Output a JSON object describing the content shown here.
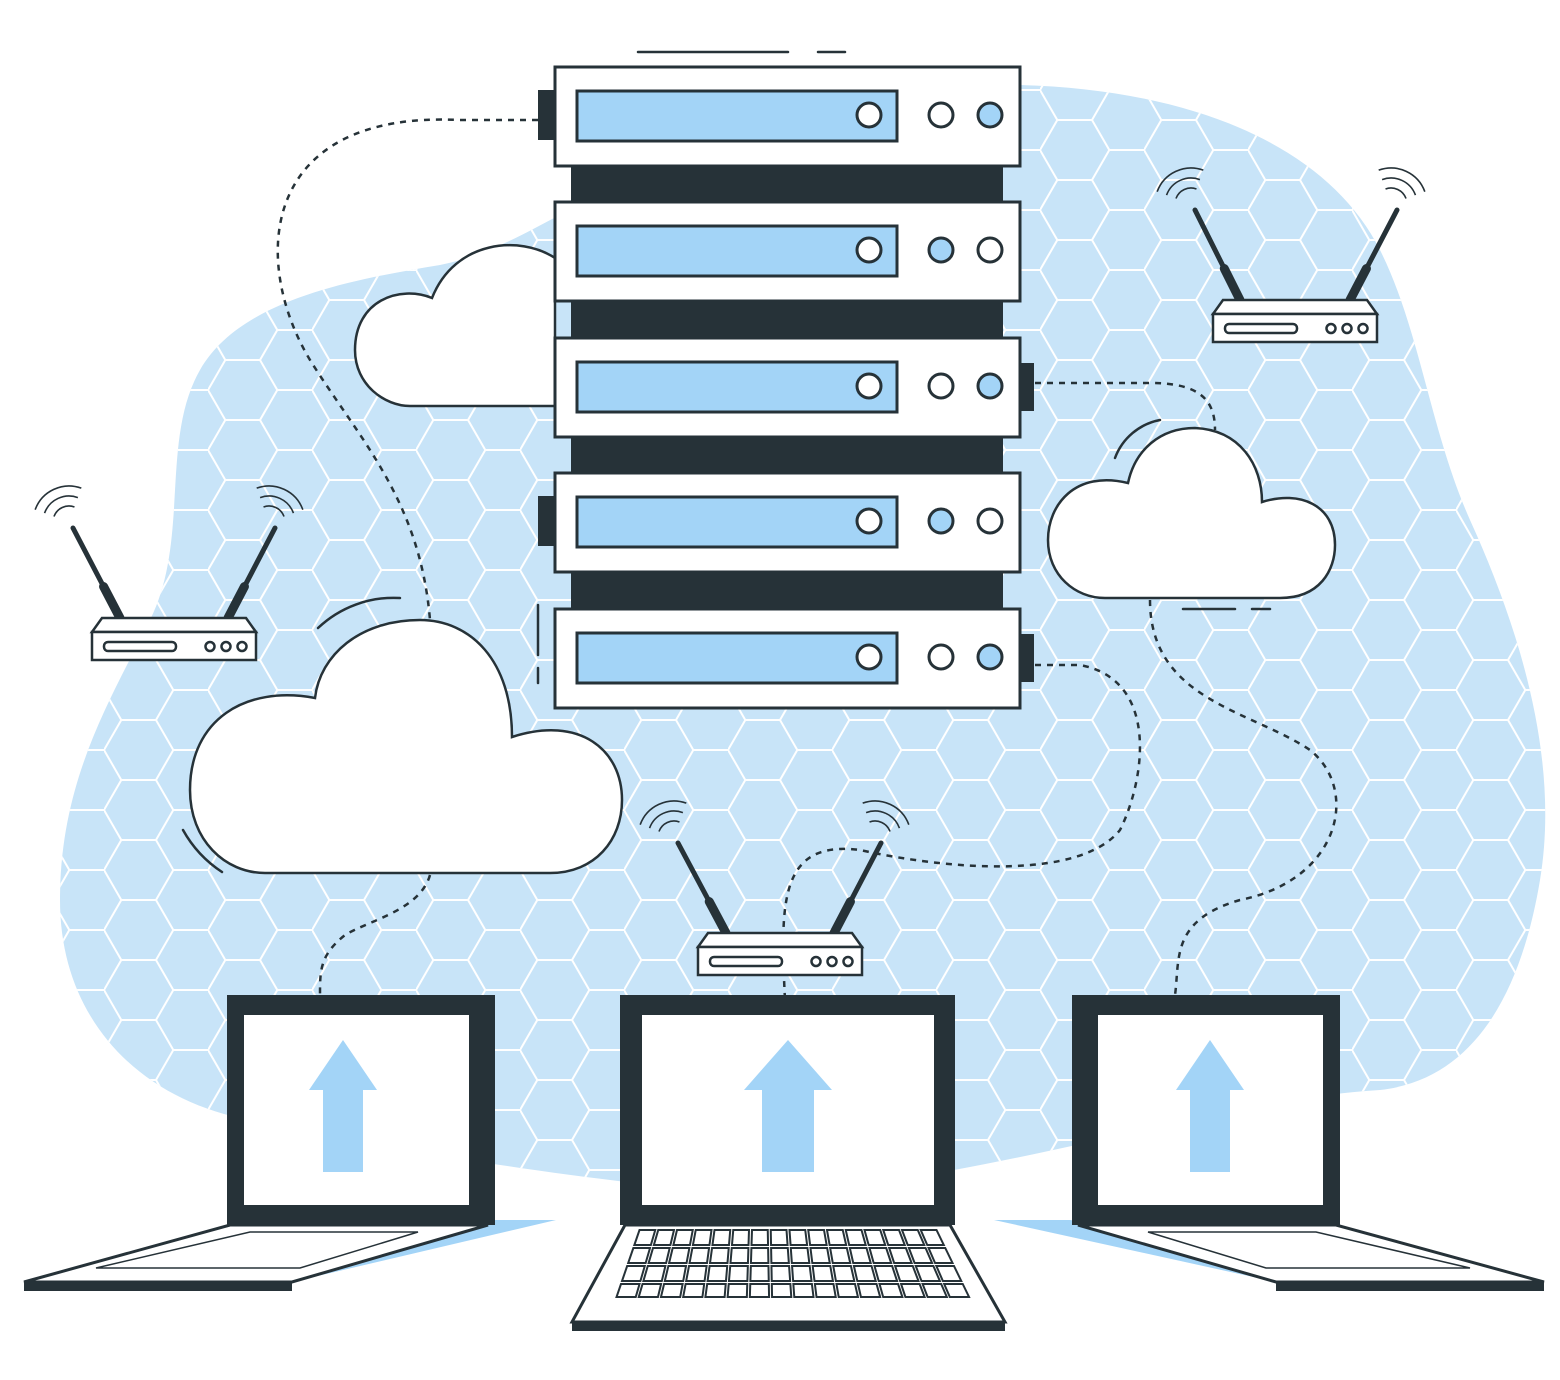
{
  "colors": {
    "ink": "#263238",
    "accent_blue": "#a3d4f7",
    "blob_blue": "#c8e4f8",
    "hex_line": "#ffffff",
    "white": "#ffffff"
  },
  "illustration": {
    "server_rack": {
      "units": 5,
      "icon": "server-rack-icon"
    },
    "clouds": {
      "count": 3,
      "icon": "cloud-icon"
    },
    "routers": {
      "count": 3,
      "icon": "wifi-router-icon"
    },
    "laptops": {
      "count": 3,
      "icon": "laptop-icon",
      "screen_icon": "upload-arrow-icon"
    },
    "connections": {
      "style": "dashed",
      "icon": "network-link-icon"
    }
  }
}
